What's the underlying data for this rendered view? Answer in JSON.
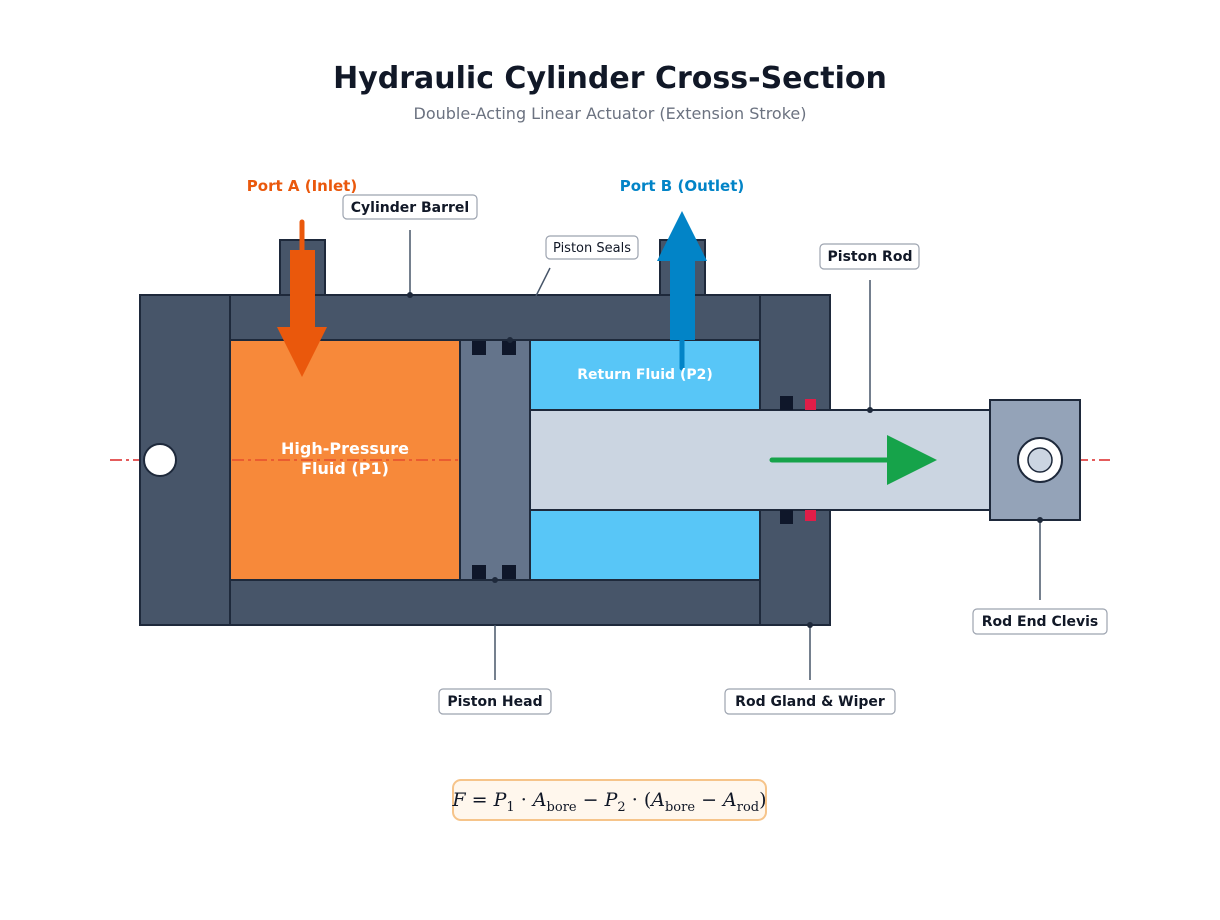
{
  "header": {
    "title": "Hydraulic Cylinder Cross-Section",
    "subtitle": "Double-Acting Linear Actuator (Extension Stroke)"
  },
  "ports": {
    "a": {
      "label": "Port A (Inlet)",
      "color": "#ea580c"
    },
    "b": {
      "label": "Port B (Outlet)",
      "color": "#0284c7"
    }
  },
  "chambers": {
    "cap": {
      "line1": "High-Pressure",
      "line2": "Fluid (P1)",
      "color": "#f7893a"
    },
    "rod": {
      "label": "Return Fluid (P2)",
      "color": "#58c6f7"
    }
  },
  "callouts": {
    "barrel": "Cylinder Barrel",
    "seals": "Piston Seals",
    "rod": "Piston Rod",
    "piston_head": "Piston Head",
    "gland": "Rod Gland & Wiper",
    "clevis": "Rod End Clevis"
  },
  "formula": {
    "F": "F",
    "eq": " = ",
    "P1": "P",
    "P1_sub": "1",
    "dot": " · ",
    "A": "A",
    "bore": "bore",
    "minus": " − ",
    "P2": "P",
    "P2_sub": "2",
    "lparen": "(",
    "rparen": ")",
    "rod": "rod"
  },
  "colors": {
    "steel": "#475569",
    "outline": "#1e293b",
    "piston": "#64748b",
    "rod": "#cbd5e1",
    "clevis": "#94a3b8",
    "seal_dark": "#0f172a",
    "wiper": "#e11d48",
    "motion_arrow": "#16a34a",
    "centerline": "#dc2626",
    "formula_bg": "#fff7ed",
    "formula_border": "#f6c48a"
  }
}
